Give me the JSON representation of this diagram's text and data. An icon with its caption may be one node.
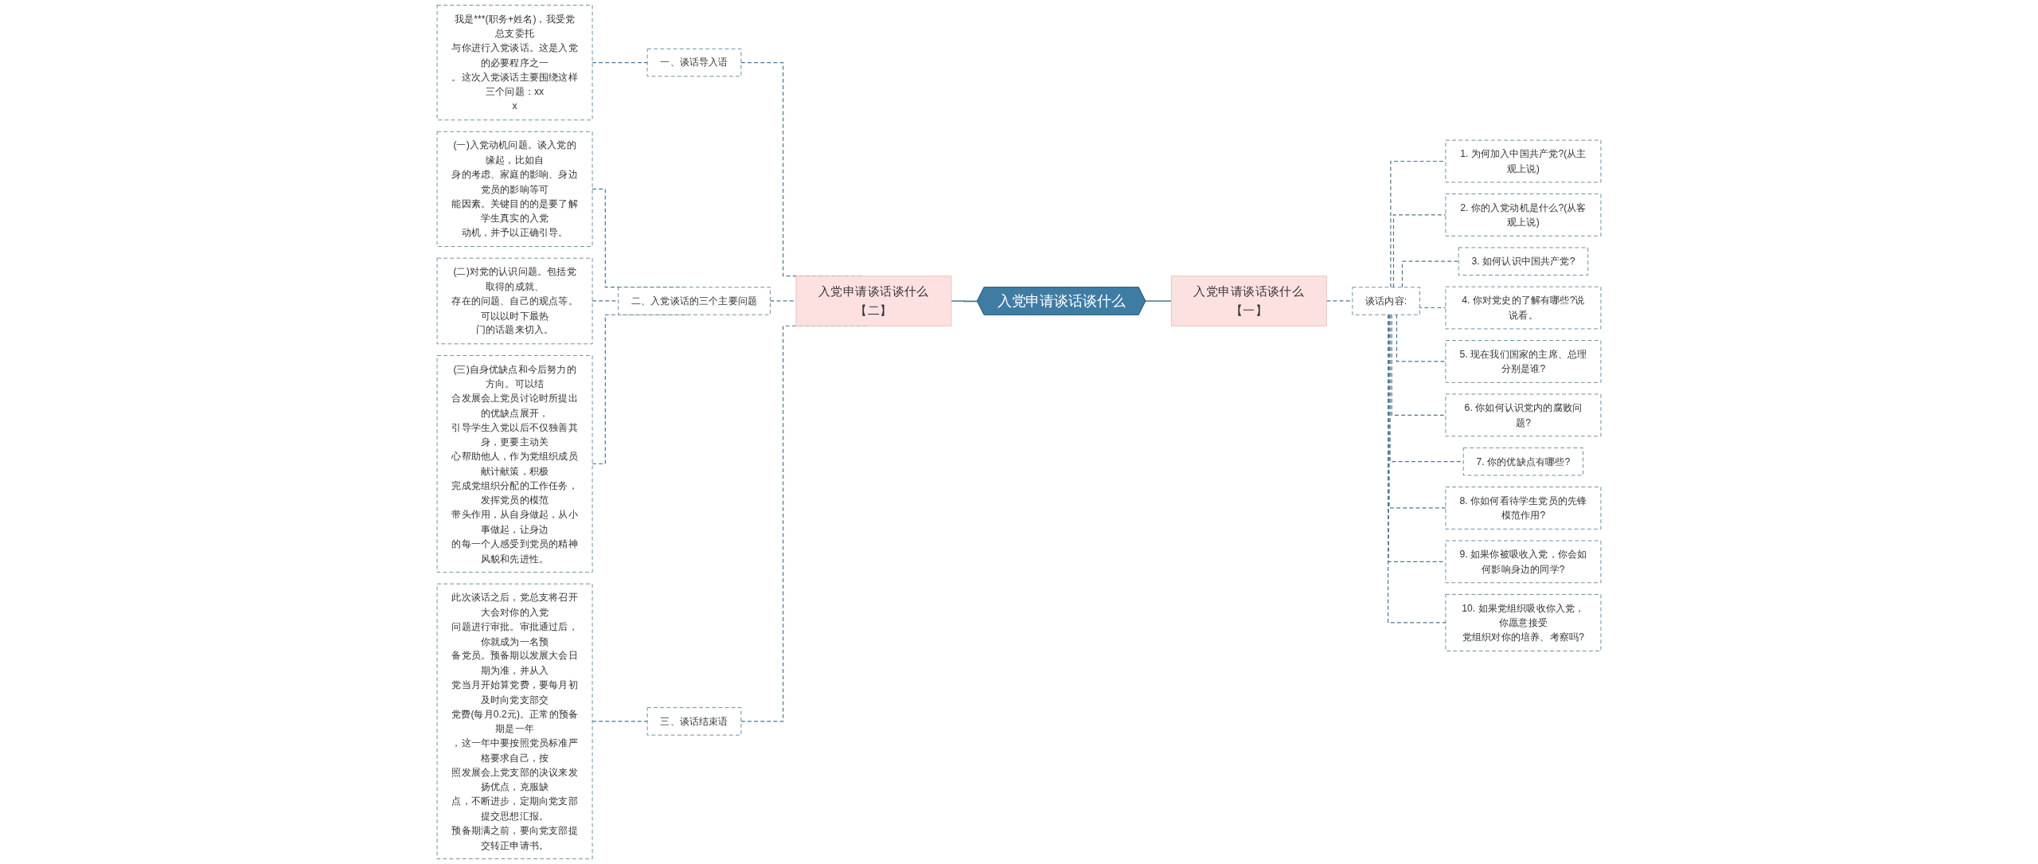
{
  "diagram": {
    "nodes": [
      {
        "text": [
          "入党申请谈话谈什么"
        ]
      },
      {
        "text": [
          "入党申请谈话谈什么【二】"
        ]
      },
      {
        "text": [
          "一、谈话导入语"
        ]
      },
      {
        "text": [
          "我是***(职务+姓名)，我受党总支委托与你进行入党谈话。这是入党的必要程序之一。这次入党谈话主要围绕这样三个问题：xxx"
        ]
      },
      {
        "text": [
          "二、入党谈话的三个主要问题"
        ]
      },
      {
        "text": [
          "(一)入党动机问题。谈入党的缘起，比如自身的考虑、家庭的影响、身边党员的影响等可能因素。关键目的的是要了解学生真实的入党动机，并予以正确引导。"
        ]
      },
      {
        "text": [
          "(二)对党的认识问题。包括党取得的成就、存在的问题、自己的观点等。可以以时下最热门的话题来切入。"
        ]
      },
      {
        "text": [
          "(三)自身优缺点和今后努力的方向。可以结合发展会上党员讨论时所提出的优缺点展开，引导学生入党以后不仅独善其身，更要主动关心帮助他人，作为党组织成员献计献策，积极完成党组织分配的工作任务，发挥党员的模范带头作用，从自身做起，从小事做起，让身边的每一个人感受到党员的精神风貌和先进性。"
        ]
      },
      {
        "text": [
          "三、谈话结束语"
        ]
      },
      {
        "text": [
          "此次谈话之后，党总支将召开大会对你的入党问题进行审批。审批通过后，你就成为一名预备党员。预备期以发展大会日期为准，并从入党当月开始算党费，要每月初及时向党支部交党费(每月0.2元)。正常的预备期是一年，这一年中要按照党员标准严格要求自己，按照发展会上党支部的决议来发扬优点，克服缺点，不断进步，定期向党支部提交思想汇报。预备期满之前，要向党支部提交转正申请书。"
        ]
      },
      {
        "text": [
          "入党申请谈话谈什么【一】"
        ]
      },
      {
        "text": [
          "谈话内容:"
        ]
      },
      {
        "text": [
          "1. 为何加入中国共产党?(从主观上说)"
        ]
      },
      {
        "text": [
          "2. 你的入党动机是什么?(从客观上说)"
        ]
      },
      {
        "text": [
          "3. 如何认识中国共产党?"
        ]
      },
      {
        "text": [
          "4. 你对党史的了解有哪些?说说看。"
        ]
      },
      {
        "text": [
          "5. 现在我们国家的主席、总理分别是谁?"
        ]
      },
      {
        "text": [
          "6. 你如何认识党内的腐败问题?"
        ]
      },
      {
        "text": [
          "7. 你的优缺点有哪些?"
        ]
      },
      {
        "text": [
          "8. 你如何看待学生党员的先锋模范作用?"
        ]
      },
      {
        "text": [
          "9. 如果你被吸收入党，你会如何影响身边的同学?"
        ]
      },
      {
        "text": [
          "10. 如果党组织吸收你入党，你愿意接受党组织对你的培养、考察吗?"
        ]
      }
    ],
    "edges": [
      {
        "from": 0,
        "to": 1,
        "arrow": "none"
      },
      {
        "from": 1,
        "to": 2,
        "arrow": "none",
        "style": "dashed"
      },
      {
        "from": 2,
        "to": 3,
        "arrow": "none",
        "style": "dashed"
      },
      {
        "from": 1,
        "to": 4,
        "arrow": "none",
        "style": "dashed"
      },
      {
        "from": 4,
        "to": 5,
        "arrow": "none",
        "style": "dashed"
      },
      {
        "from": 4,
        "to": 6,
        "arrow": "none",
        "style": "dashed"
      },
      {
        "from": 4,
        "to": 7,
        "arrow": "none",
        "style": "dashed"
      },
      {
        "from": 1,
        "to": 8,
        "arrow": "none",
        "style": "dashed"
      },
      {
        "from": 8,
        "to": 9,
        "arrow": "none",
        "style": "dashed"
      },
      {
        "from": 0,
        "to": 10,
        "arrow": "none"
      },
      {
        "from": 10,
        "to": 11,
        "arrow": "none",
        "style": "dashed"
      },
      {
        "from": 11,
        "to": 12,
        "arrow": "none",
        "style": "dashed"
      },
      {
        "from": 11,
        "to": 13,
        "arrow": "none",
        "style": "dashed"
      },
      {
        "from": 11,
        "to": 14,
        "arrow": "none",
        "style": "dashed"
      },
      {
        "from": 11,
        "to": 15,
        "arrow": "none",
        "style": "dashed"
      },
      {
        "from": 11,
        "to": 16,
        "arrow": "none",
        "style": "dashed"
      },
      {
        "from": 11,
        "to": 17,
        "arrow": "none",
        "style": "dashed"
      },
      {
        "from": 11,
        "to": 18,
        "arrow": "none",
        "style": "dashed"
      },
      {
        "from": 11,
        "to": 19,
        "arrow": "none",
        "style": "dashed"
      },
      {
        "from": 11,
        "to": 20,
        "arrow": "none",
        "style": "dashed"
      },
      {
        "from": 11,
        "to": 21,
        "arrow": "none",
        "style": "dashed"
      }
    ]
  }
}
